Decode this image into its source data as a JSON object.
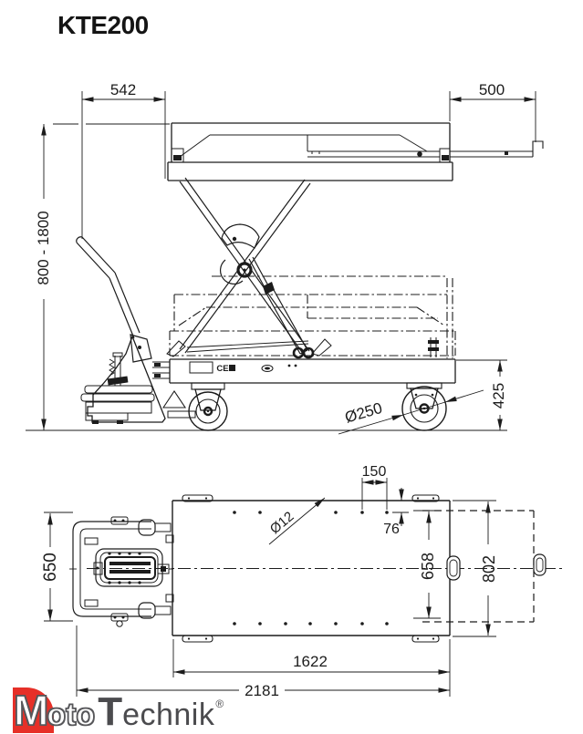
{
  "title": "KTE200",
  "side_view": {
    "dim_platform_offset": "542",
    "dim_extension_length": "500",
    "dim_lift_height_range": "800 - 1800",
    "dim_wheel_diameter": "Ø250",
    "dim_chassis_height": "425",
    "marking_ce": "CE"
  },
  "top_view": {
    "dim_hole_pitch": "150",
    "dim_hole_edge_offset": "76",
    "dim_hole_diameter": "Ø12",
    "dim_chassis_width": "650",
    "dim_platform_inner_width": "658",
    "dim_platform_outer_width": "802",
    "dim_platform_length": "1622",
    "dim_overall_length": "2181"
  },
  "logo": {
    "word1_initial": "M",
    "word1_rest": "oto",
    "word2_initial": "T",
    "word2_rest": "echnik",
    "registered_mark": "®",
    "accent_color": "#e63028",
    "text_color": "#4b4b4e"
  },
  "line_color": "#1c1c1c"
}
